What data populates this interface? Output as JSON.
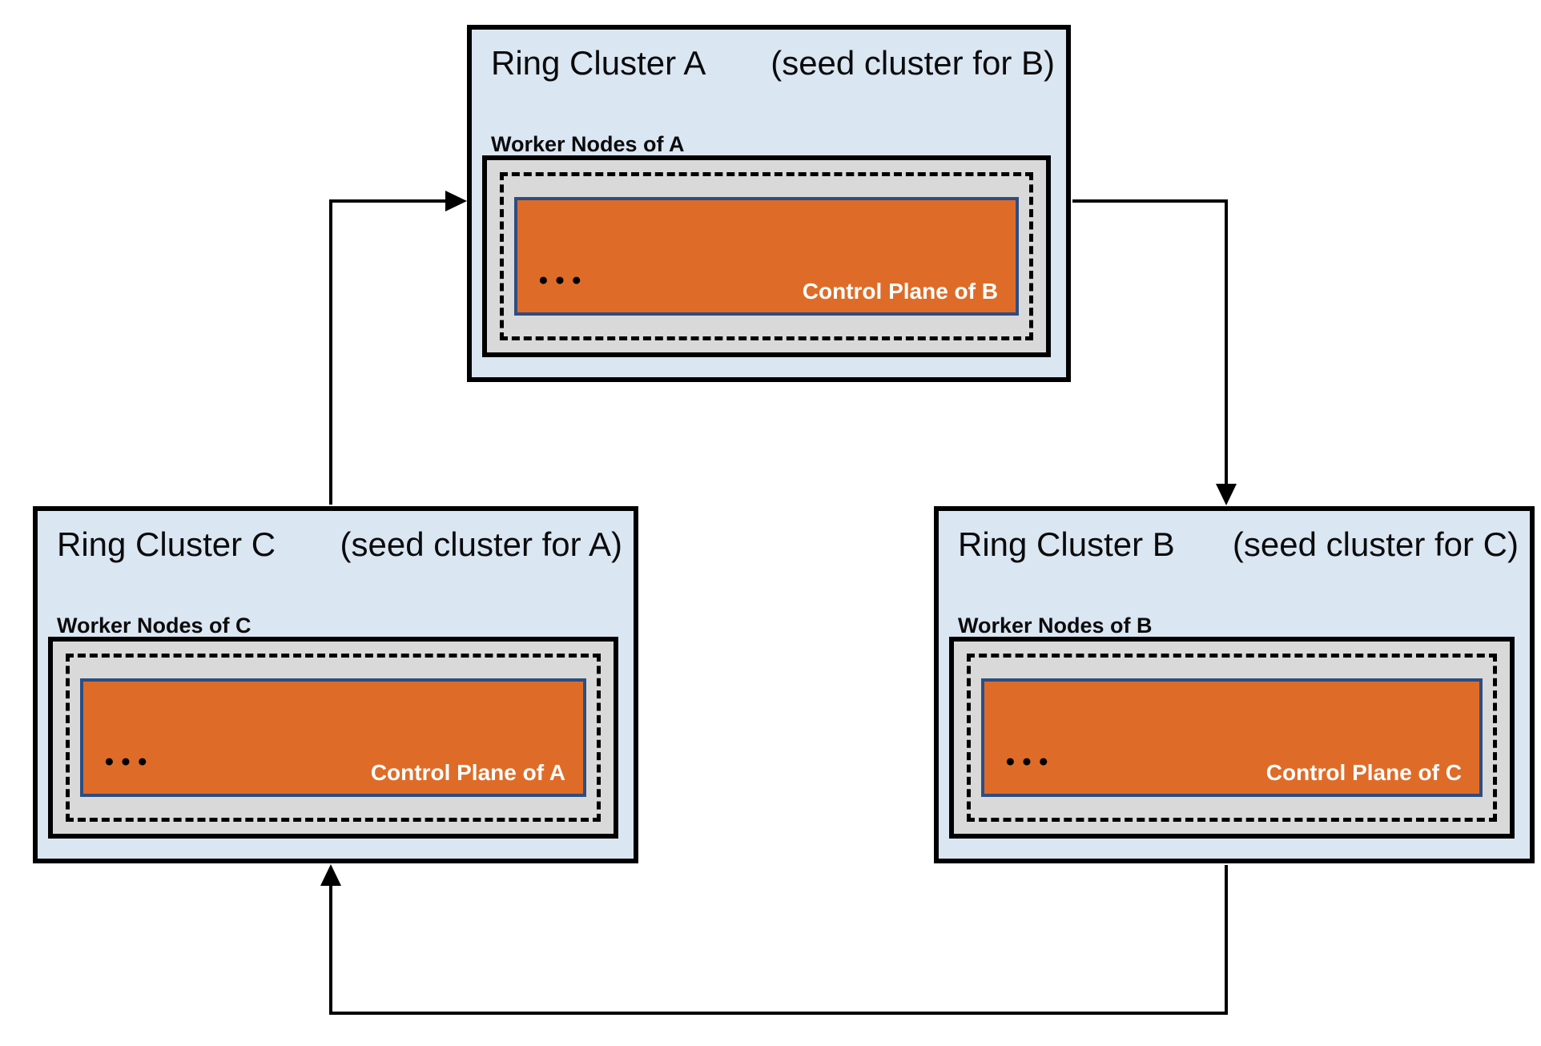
{
  "clusters": [
    {
      "id": "A",
      "title": "Ring Cluster A",
      "seed_note": "(seed cluster for B)",
      "worker_label": "Worker Nodes of A",
      "dots": "●●●",
      "control_plane_label": "Control Plane of B"
    },
    {
      "id": "C",
      "title": "Ring Cluster C",
      "seed_note": "(seed cluster for A)",
      "worker_label": "Worker Nodes of C",
      "dots": "●●●",
      "control_plane_label": "Control Plane of A"
    },
    {
      "id": "B",
      "title": "Ring Cluster B",
      "seed_note": "(seed cluster for C)",
      "worker_label": "Worker Nodes of B",
      "dots": "●●●",
      "control_plane_label": "Control Plane of C"
    }
  ],
  "arrows": [
    {
      "from": "Ring Cluster C",
      "to": "Ring Cluster A"
    },
    {
      "from": "Ring Cluster A",
      "to": "Ring Cluster B"
    },
    {
      "from": "Ring Cluster B",
      "to": "Ring Cluster C"
    }
  ],
  "colors": {
    "panel_blue": "#dbe6f3",
    "panel_gray": "#d9d9d9",
    "cp_orange": "#de6c28",
    "cp_blue": "#2d4d81",
    "line_black": "#000000"
  }
}
